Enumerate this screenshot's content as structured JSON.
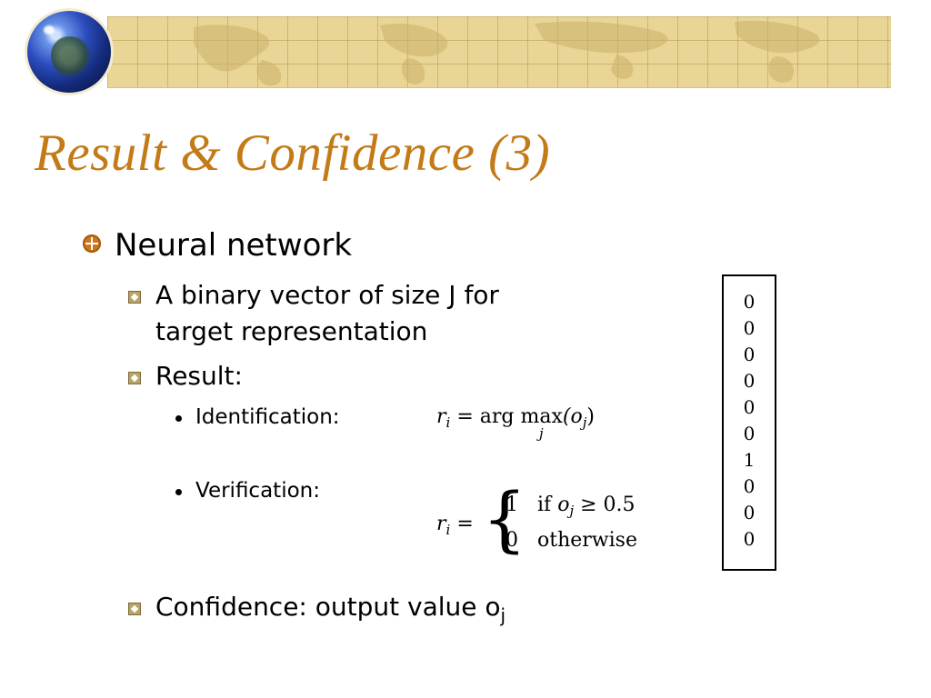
{
  "header": {
    "globe_icon": "globe-icon",
    "banner_style": "world-map",
    "accent_color": "#c37a17",
    "banner_color": "#e9d595"
  },
  "slide": {
    "title": "Result & Confidence (3)",
    "level1": {
      "text": "Neural network",
      "icon": "orange-circle-bullet-icon"
    },
    "items": [
      {
        "line1": "A binary vector of size J for",
        "line2": "target representation"
      },
      {
        "text": "Result:"
      },
      {
        "text": "Confidence: output value o",
        "sub": "j"
      }
    ],
    "result_items": [
      {
        "label": "Identification:"
      },
      {
        "label": "Verification:"
      }
    ]
  },
  "formulas": {
    "identification": {
      "lhs": "r",
      "lhs_sub": "i",
      "eq": "=",
      "op": "arg max",
      "op_under": "j",
      "arg_open": "(o",
      "arg_sub": "j",
      "arg_close": ")"
    },
    "verification": {
      "lhs": "r",
      "lhs_sub": "i",
      "eq": "=",
      "brace": "{",
      "case1_value": "1",
      "case1_cond_prefix": "if",
      "case1_var": "o",
      "case1_var_sub": "j",
      "case1_rest": "≥ 0.5",
      "case2_value": "0",
      "case2_cond": "otherwise"
    }
  },
  "vector": {
    "entries": [
      "0",
      "0",
      "0",
      "0",
      "0",
      "0",
      "1",
      "0",
      "0",
      "0"
    ]
  }
}
